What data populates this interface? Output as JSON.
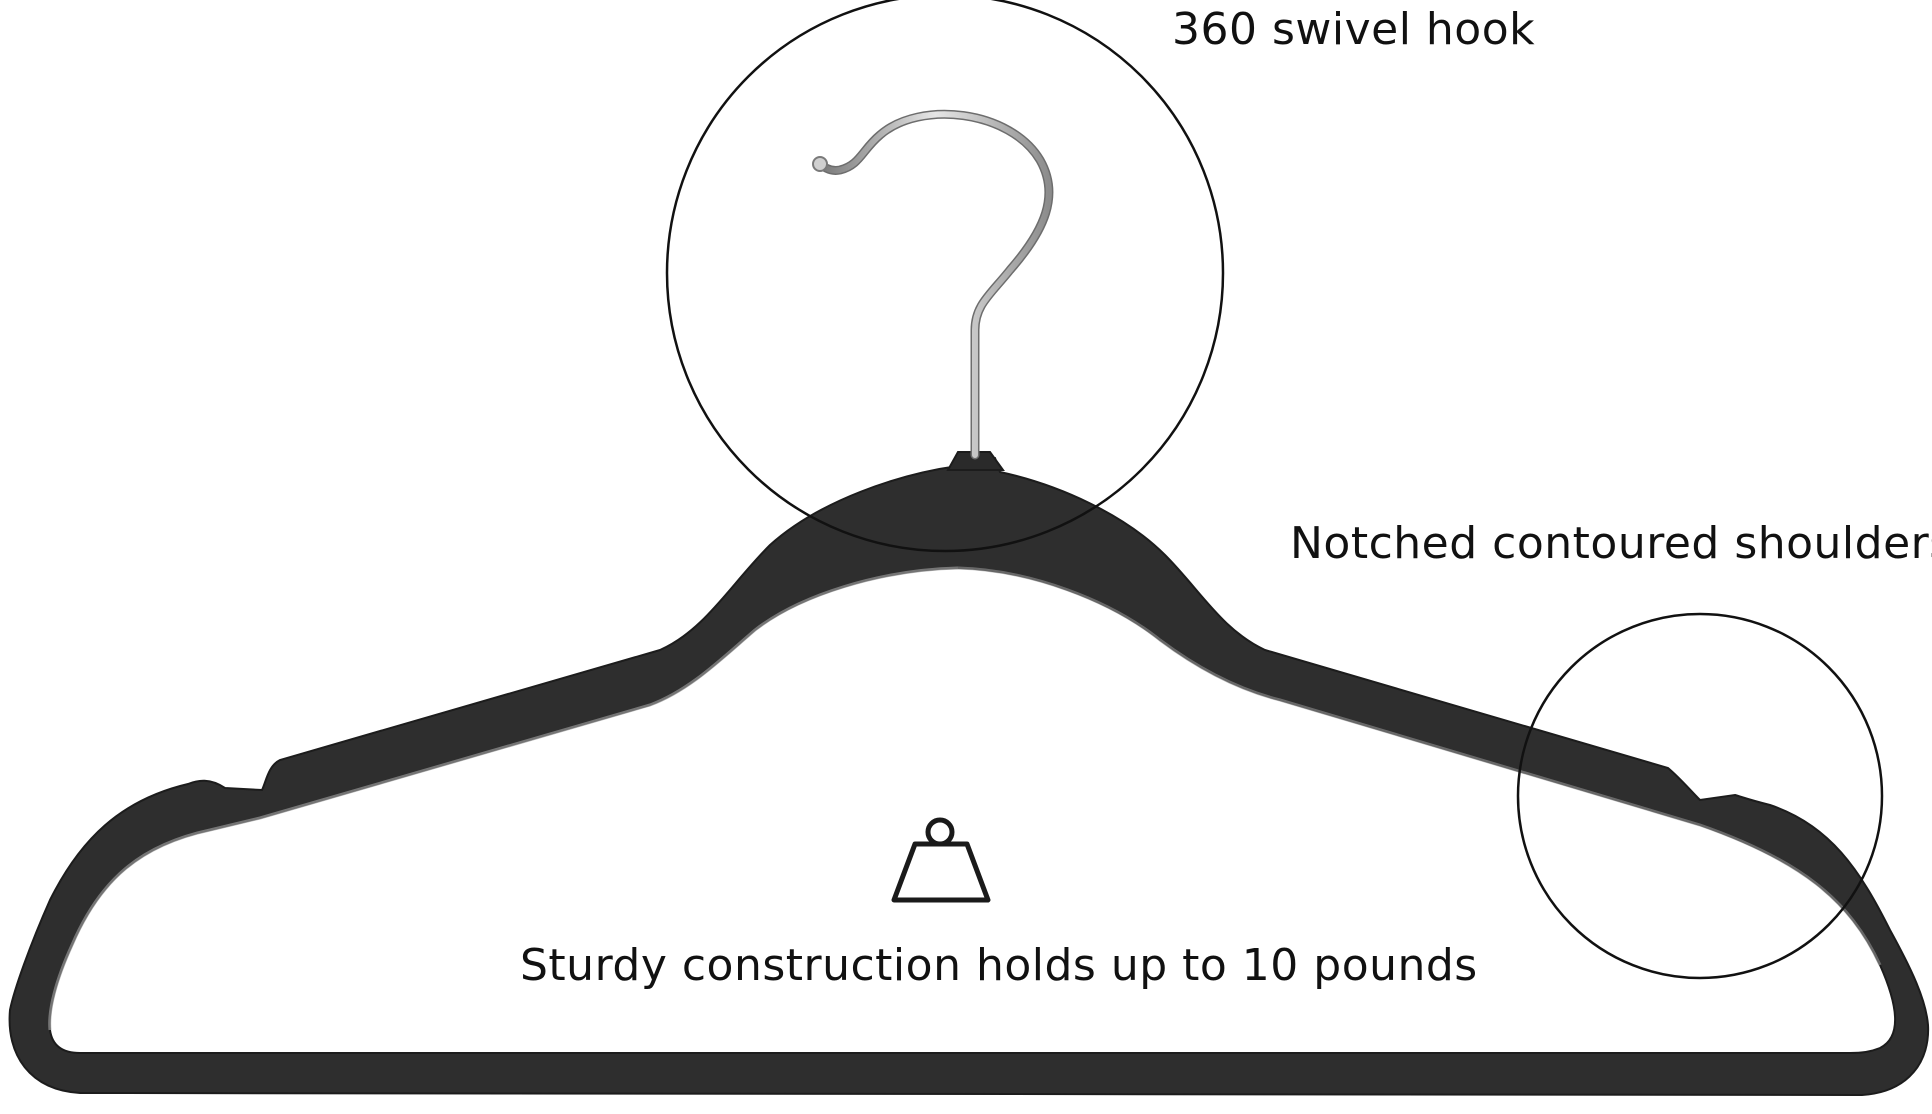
{
  "labels": {
    "hook": "360 swivel hook",
    "shoulders": "Notched contoured shoulders",
    "sturdy": "Sturdy construction holds up to 10 pounds"
  },
  "icons": {
    "callout_circle_hook": "magnifier-circle",
    "callout_circle_shoulder": "magnifier-circle",
    "weight": "weight-icon"
  },
  "colors": {
    "hanger_body": "#2b2b2b",
    "hanger_edge": "#8a8a8a",
    "hook_metal": "#b8b8b8",
    "circle_stroke": "#111111",
    "text": "#111111"
  }
}
